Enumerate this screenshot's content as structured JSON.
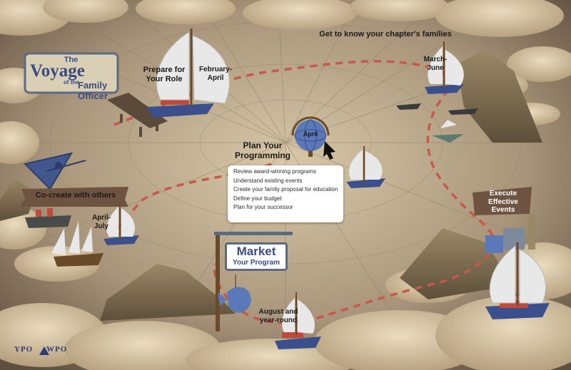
{
  "title": {
    "line1": "The",
    "line2": "Voyage",
    "line3": "of the",
    "line4": "Family Officer"
  },
  "stages": {
    "prepare": {
      "label_1": "Prepare for",
      "label_2": "Your Role",
      "time_1": "February-",
      "time_2": "April"
    },
    "know": {
      "label": "Get to know your chapter's families",
      "time_1": "March-",
      "time_2": "June"
    },
    "plan": {
      "label_1": "Plan Your",
      "label_2": "Programming",
      "time": "April",
      "tasks": [
        "Review award-winning programs",
        "Understand existing events",
        "Create your family proposal for education",
        "Define your budget",
        "Plan for your successor"
      ]
    },
    "cocreate": {
      "label": "Co-create with others",
      "time_1": "April-",
      "time_2": "July"
    },
    "market": {
      "label_1": "Market",
      "label_2": "Your Program",
      "time_1": "August and",
      "time_2": "year-round"
    },
    "execute": {
      "label_1": "Execute",
      "label_2": "Effective",
      "label_3": "Events"
    }
  },
  "logo": {
    "left": "YPO",
    "right": "WPO"
  },
  "colors": {
    "sail": "#e8e8e8",
    "hull": "#3a4f8c",
    "path": "#c9574a",
    "sign": "#3c4c88",
    "cloud": "#d8c4a0"
  }
}
